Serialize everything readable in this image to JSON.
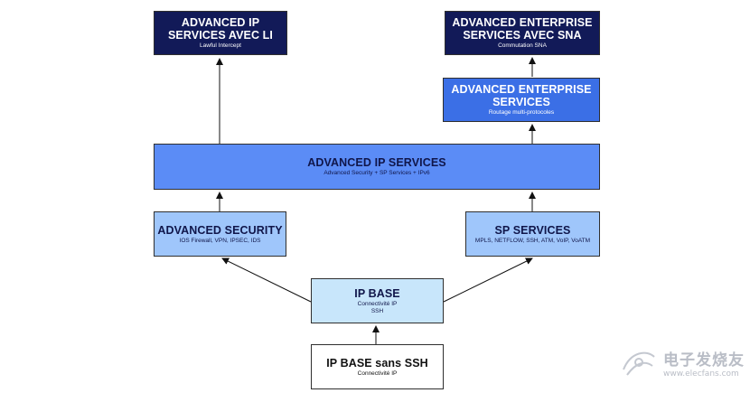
{
  "nodes": {
    "ip_lawful": {
      "title_line1": "ADVANCED IP",
      "title_line2": "SERVICES AVEC LI",
      "subtitle": "Lawful Intercept"
    },
    "ent_sna": {
      "title_line1": "ADVANCED ENTERPRISE",
      "title_line2": "SERVICES AVEC SNA",
      "subtitle": "Commutation SNA"
    },
    "ent_services": {
      "title_line1": "ADVANCED ENTERPRISE",
      "title_line2": "SERVICES",
      "subtitle": "Routage multi-protocoles"
    },
    "adv_ip": {
      "title": "ADVANCED IP SERVICES",
      "subtitle": "Advanced Security + SP Services + IPv6"
    },
    "adv_security": {
      "title": "ADVANCED SECURITY",
      "subtitle": "IOS Firewall, VPN, IPSEC, IDS"
    },
    "sp_services": {
      "title": "SP SERVICES",
      "subtitle": "MPLS, NETFLOW, SSH, ATM, VoIP, VoATM"
    },
    "ip_base": {
      "title": "IP BASE",
      "subtitle_line1": "Connectivité IP",
      "subtitle_line2": "SSH"
    },
    "ip_base_nossh": {
      "title": "IP BASE sans SSH",
      "subtitle": "Connectivité IP"
    }
  },
  "watermark": {
    "name": "电子发烧友",
    "url": "www.elecfans.com"
  },
  "colors": {
    "dark": "#121a58",
    "blue": "#3b6fe6",
    "mid": "#5b8cf6",
    "light": "#9fc6fb",
    "pale": "#c8e6fb",
    "white": "#ffffff"
  }
}
